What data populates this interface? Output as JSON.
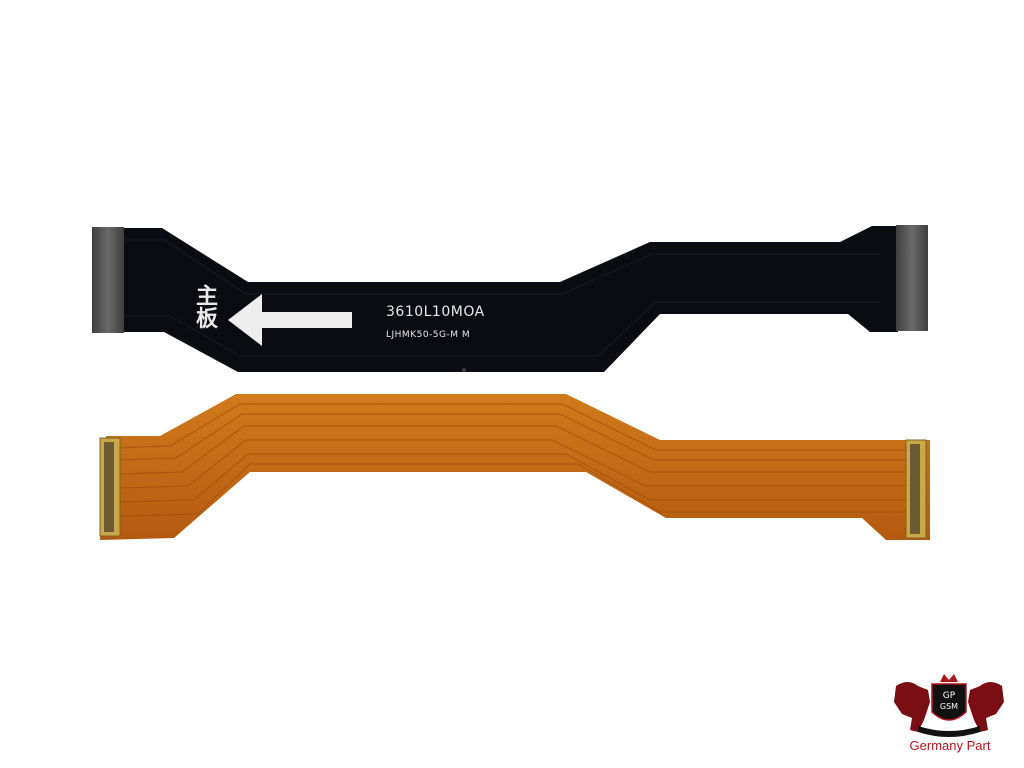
{
  "photo": {
    "part_number": "3610L10MOA",
    "part_code": "LJHMK50-5G-M  M",
    "board_label": "主板"
  },
  "logo": {
    "monogram_top": "GP",
    "monogram_bottom": "GSM",
    "caption": "Germany Part"
  },
  "colors": {
    "background": "#ffffff",
    "black_cable": "#0b0b12",
    "orange_cable": "#c86a14",
    "connector": "#5a5a5a",
    "logo_red": "#b0141e"
  }
}
